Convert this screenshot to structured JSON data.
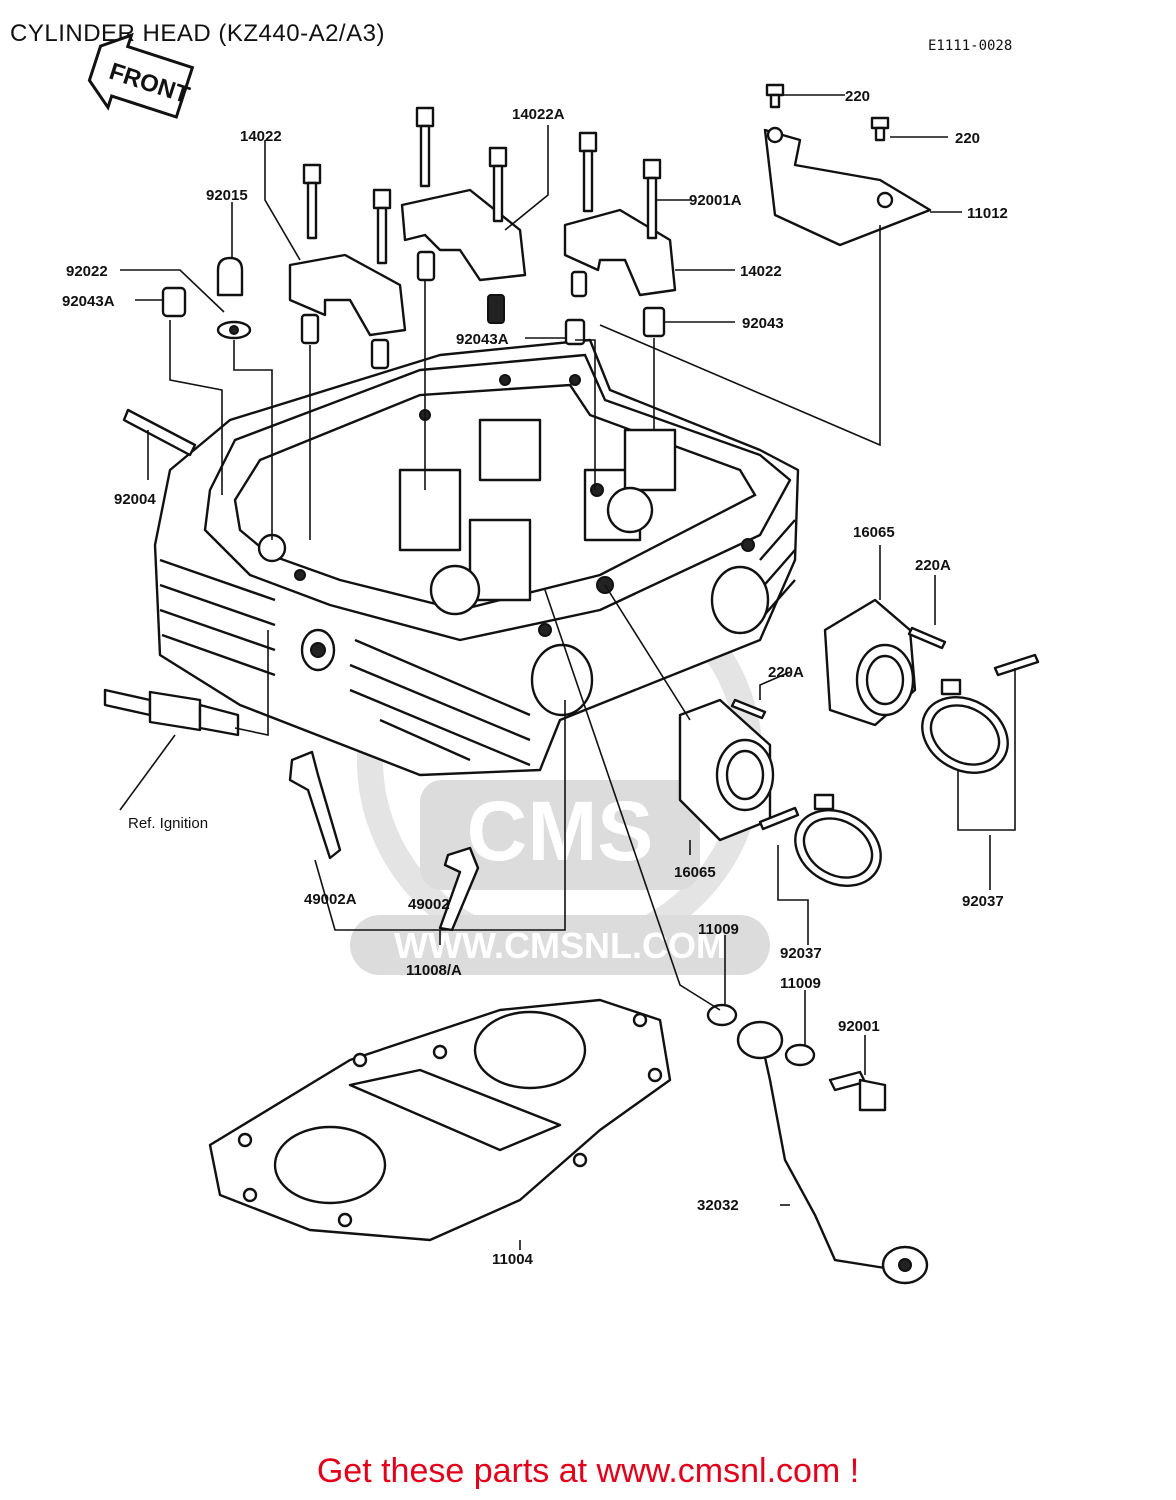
{
  "header": {
    "title": "CYLINDER HEAD (KZ440-A2/A3)",
    "ref_code": "E1111-0028"
  },
  "front_arrow_label": "FRONT",
  "watermark": {
    "brand": "CMS",
    "url": "WWW.CMSNL.COM",
    "color": "#dcdcdc"
  },
  "callouts": {
    "c220_top": "220",
    "c220_mid": "220",
    "c11012": "11012",
    "c14022A": "14022A",
    "c14022_left": "14022",
    "c92015": "92015",
    "c92001A": "92001A",
    "c14022_right": "14022",
    "c92022": "92022",
    "c92043A_left": "92043A",
    "c92043": "92043",
    "c92043A_mid": "92043A",
    "c92004": "92004",
    "c16065_right": "16065",
    "c220A_right": "220A",
    "c220A_mid": "220A",
    "ref_ignition": "Ref. Ignition",
    "c16065_mid": "16065",
    "c49002A": "49002A",
    "c49002": "49002",
    "c92037_right": "92037",
    "c11009_a": "11009",
    "c92037_mid": "92037",
    "c11008A": "11008/A",
    "c11009_b": "11009",
    "c92001": "92001",
    "c32032": "32032",
    "c11004": "11004"
  },
  "footer": {
    "text": "Get these parts at www.cmsnl.com !",
    "color": "#e2001a"
  }
}
